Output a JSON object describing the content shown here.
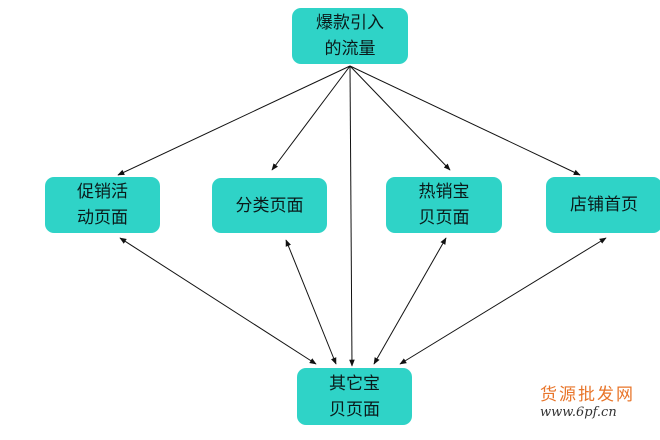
{
  "nodes": {
    "top": {
      "lines": [
        "爆款引入",
        "的流量"
      ]
    },
    "promo": {
      "lines": [
        "促销活",
        "动页面"
      ]
    },
    "category": {
      "lines": [
        "分类页面"
      ]
    },
    "hot": {
      "lines": [
        "热销宝",
        "贝页面"
      ]
    },
    "home": {
      "lines": [
        "店铺首页"
      ]
    },
    "other": {
      "lines": [
        "其它宝",
        "贝页面"
      ]
    }
  },
  "edges": [
    {
      "from": "top",
      "to": "promo",
      "type": "one-way"
    },
    {
      "from": "top",
      "to": "category",
      "type": "one-way"
    },
    {
      "from": "top",
      "to": "other",
      "type": "one-way"
    },
    {
      "from": "top",
      "to": "hot",
      "type": "one-way"
    },
    {
      "from": "top",
      "to": "home",
      "type": "one-way"
    },
    {
      "from": "promo",
      "to": "other",
      "type": "two-way"
    },
    {
      "from": "category",
      "to": "other",
      "type": "two-way"
    },
    {
      "from": "hot",
      "to": "other",
      "type": "two-way"
    },
    {
      "from": "home",
      "to": "other",
      "type": "two-way"
    }
  ],
  "watermark": {
    "name": "货源批发网",
    "url": "www.6pf.cn"
  },
  "colors": {
    "box": "#2fd3c7",
    "line": "#111111",
    "watermark": "#e8752a"
  }
}
